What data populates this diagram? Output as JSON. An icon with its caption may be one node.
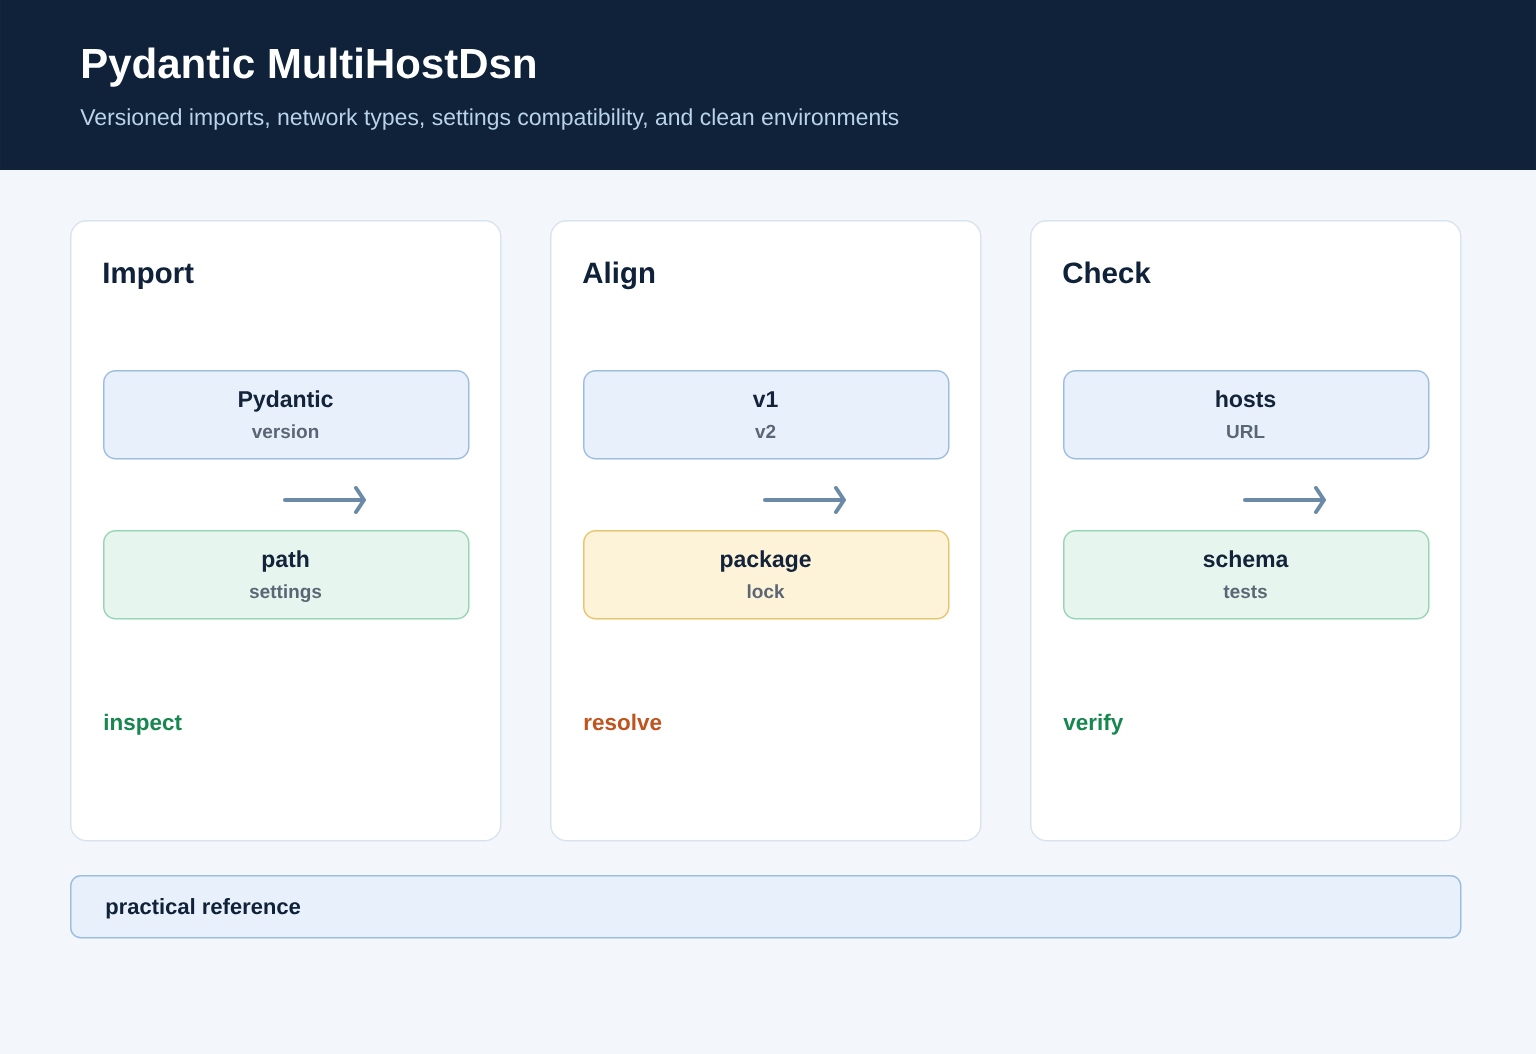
{
  "diagram": {
    "title": "Pydantic MultiHostDsn",
    "nodes": [
      {
        "text": [
          "Import",
          "inspect"
        ]
      },
      {
        "text": [
          "Pydantic",
          "version"
        ],
        "in": 0
      },
      {
        "text": [
          "path",
          "settings"
        ],
        "in": 0
      },
      {
        "text": [
          "Align",
          "resolve"
        ]
      },
      {
        "text": [
          "v1",
          "v2"
        ],
        "in": 3
      },
      {
        "text": [
          "package",
          "lock"
        ],
        "in": 3
      },
      {
        "text": [
          "Check",
          "verify"
        ]
      },
      {
        "text": [
          "hosts",
          "URL"
        ],
        "in": 6
      },
      {
        "text": [
          "schema",
          "tests"
        ],
        "in": 6
      },
      {
        "text": [
          "practical reference"
        ]
      }
    ],
    "labels": [
      "Versioned imports, network types, settings compatibility, and clean environments"
    ]
  }
}
